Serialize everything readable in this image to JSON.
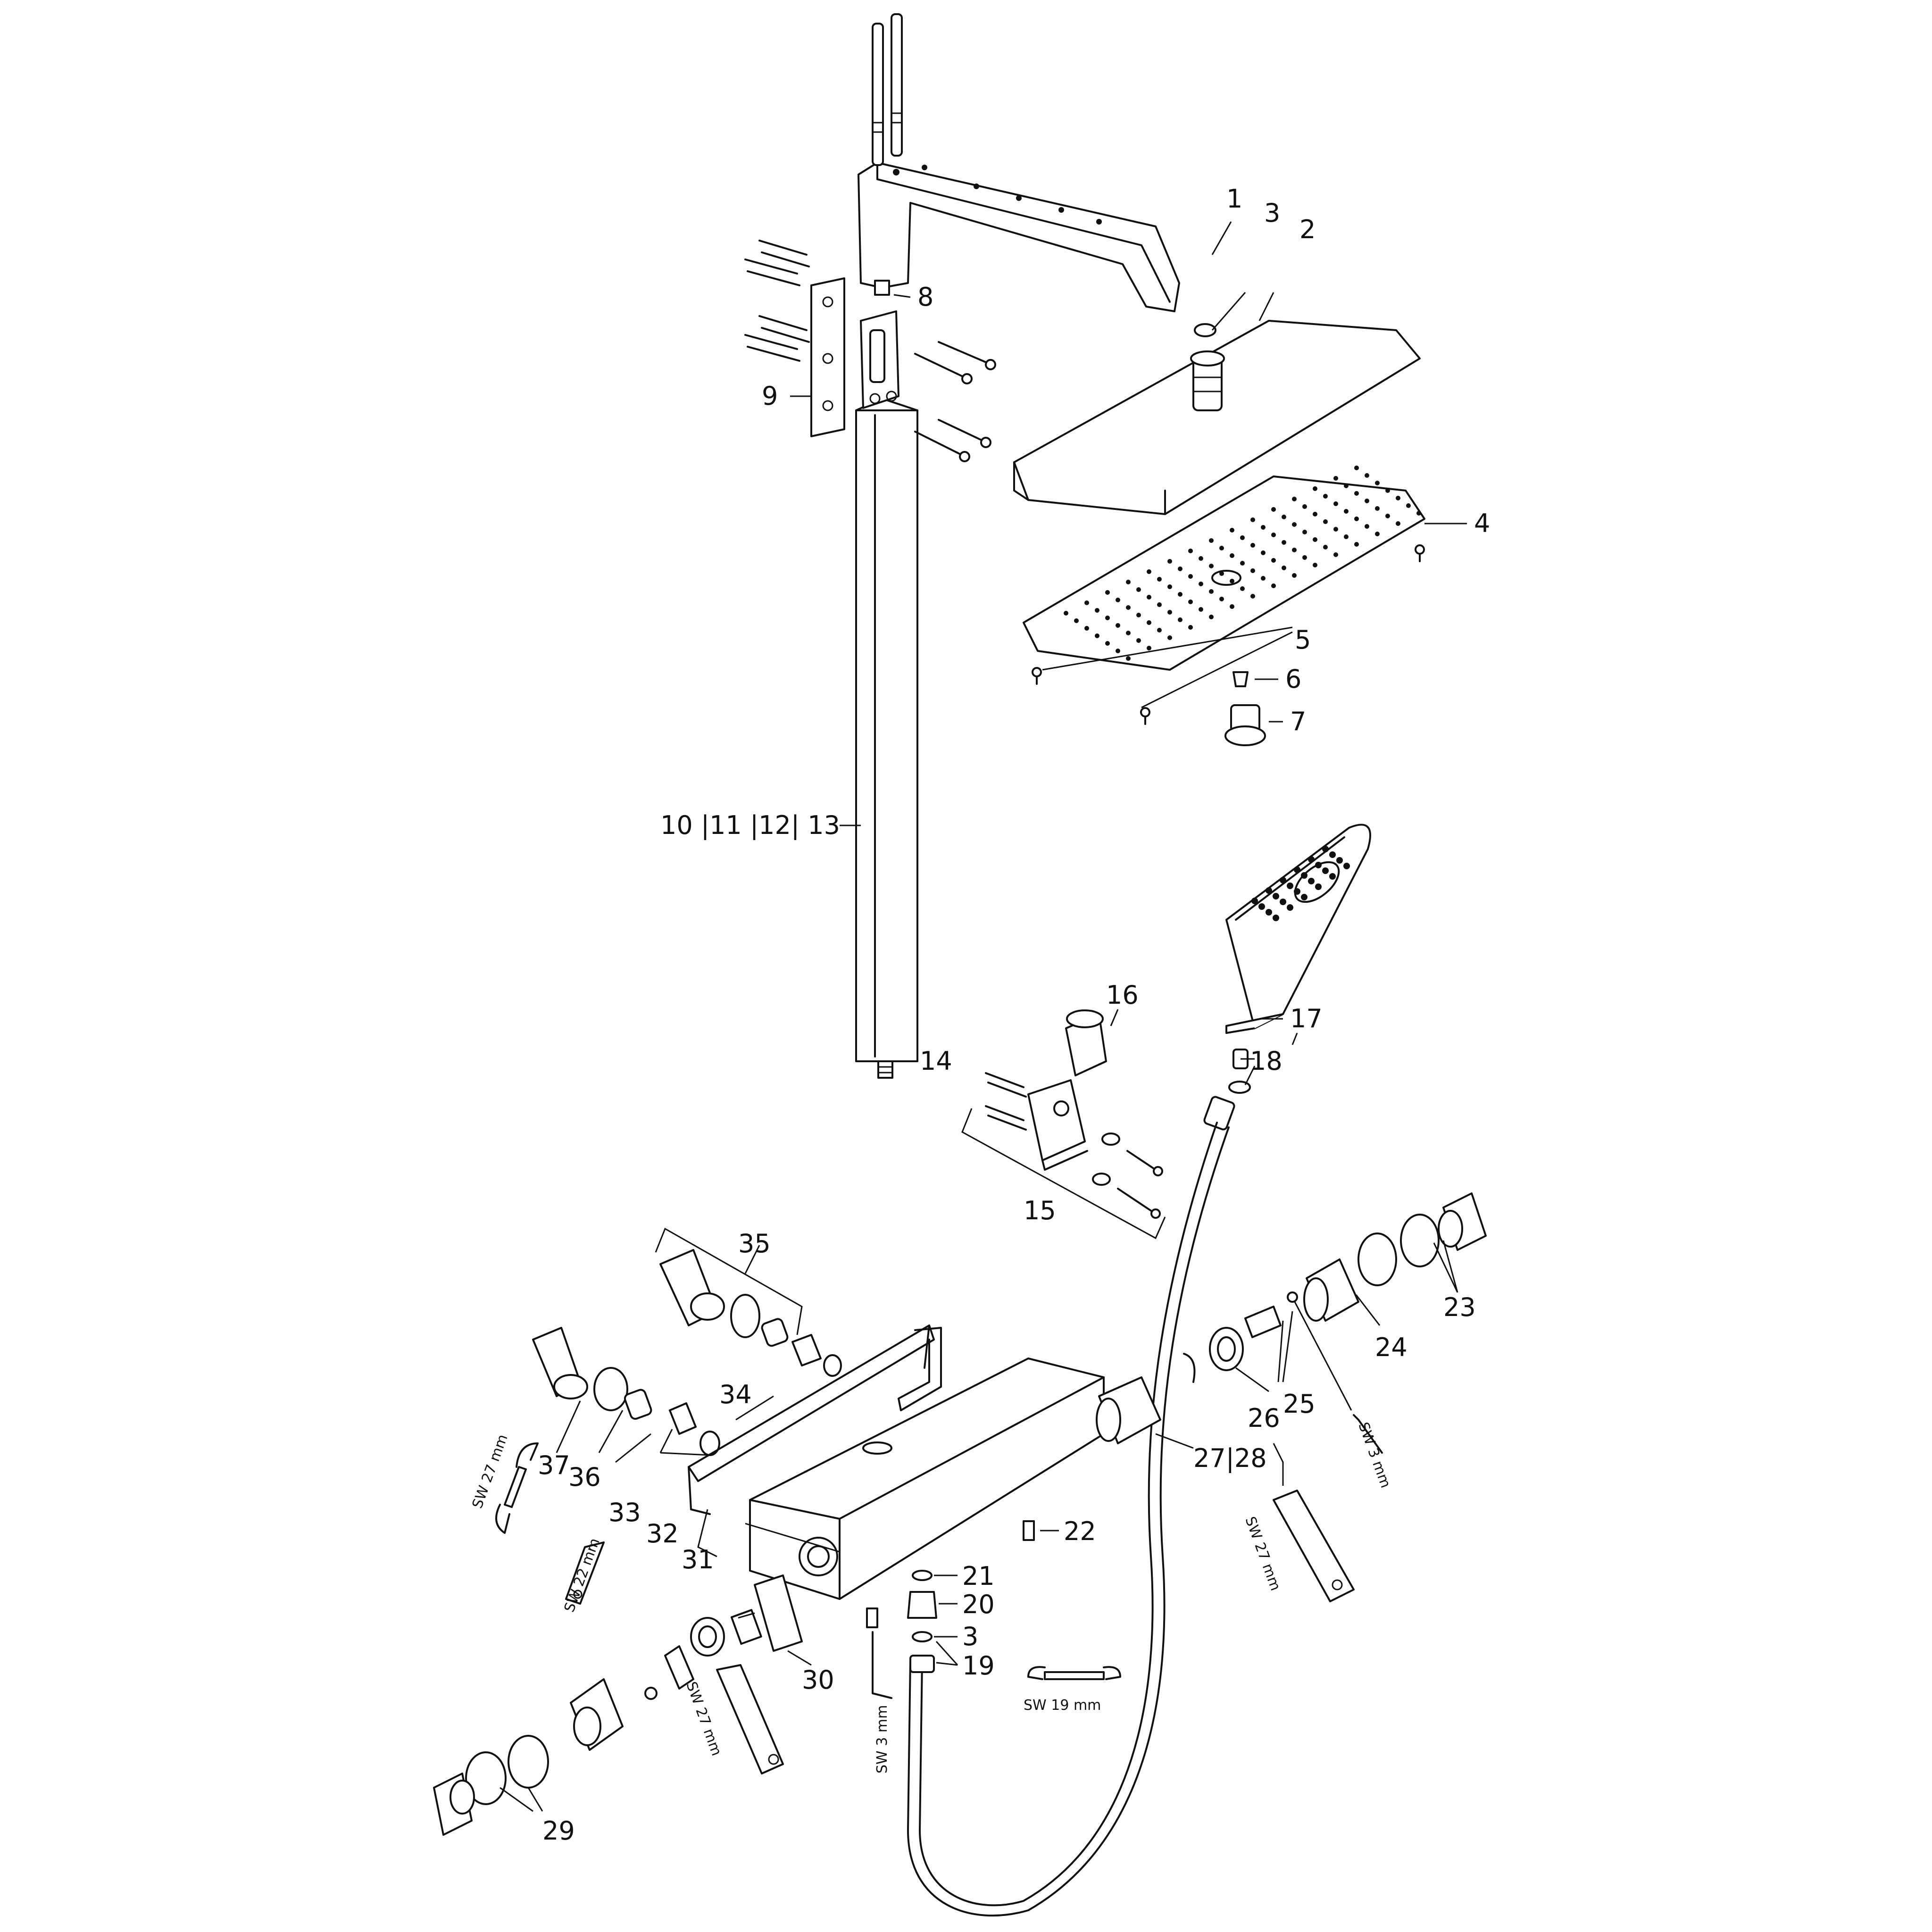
{
  "callouts": {
    "c1": "1",
    "c2": "2",
    "c3a": "3",
    "c3b": "3",
    "c4": "4",
    "c5": "5",
    "c6": "6",
    "c7": "7",
    "c8": "8",
    "c9": "9",
    "c10_13": "10 |11 |12| 13",
    "c14": "14",
    "c15": "15",
    "c16": "16",
    "c17": "17",
    "c18": "18",
    "c19": "19",
    "c20": "20",
    "c21": "21",
    "c22": "22",
    "c23": "23",
    "c24": "24",
    "c25": "25",
    "c26": "26",
    "c27_28": "27|28",
    "c29": "29",
    "c30": "30",
    "c31": "31",
    "c32": "32",
    "c33": "33",
    "c34": "34",
    "c35": "35",
    "c36": "36",
    "c37": "37"
  },
  "tools": {
    "sw27_left": "SW 27 mm",
    "sw22": "SW 22 mm",
    "sw27_center": "SW 27 mm",
    "sw3_center": "SW 3 mm",
    "sw19": "SW 19 mm",
    "sw3_right": "SW 3 mm",
    "sw27_right": "SW 27 mm"
  }
}
